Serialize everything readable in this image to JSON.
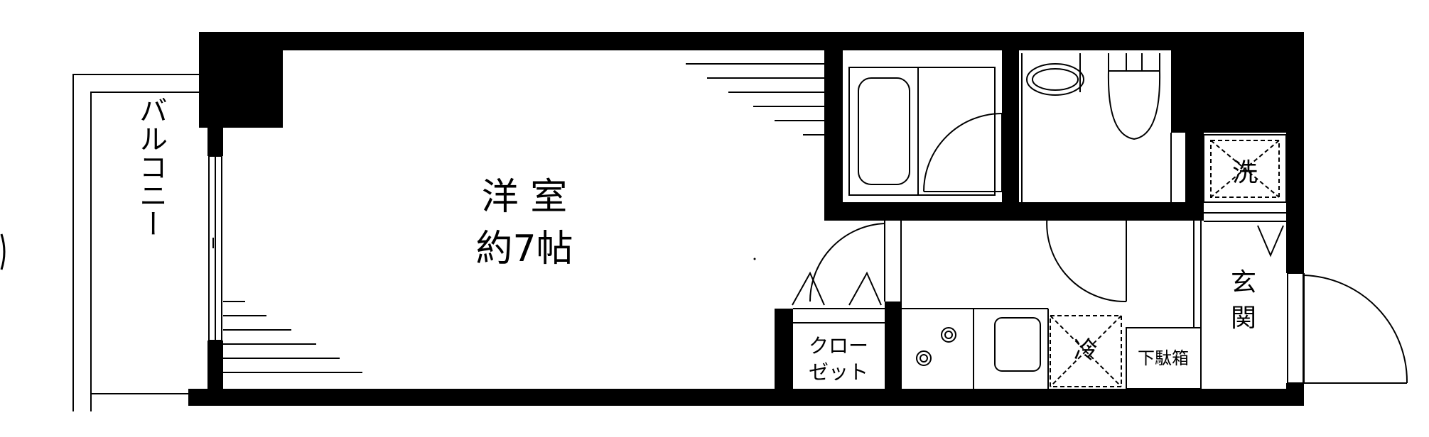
{
  "rooms": {
    "balcony": "バルコニー",
    "western_room": "洋 室",
    "western_room_size": "約7帖",
    "closet_line1": "クロー",
    "closet_line2": "ゼット",
    "washer": "洗",
    "fridge": "冷",
    "shoe_cabinet": "下駄箱",
    "entrance": "玄関"
  }
}
